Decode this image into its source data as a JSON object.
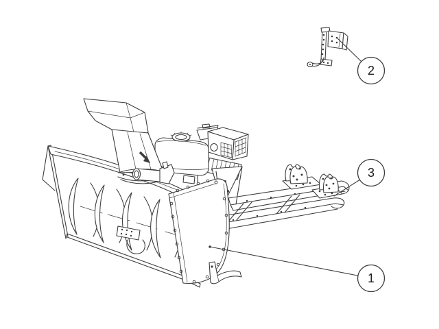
{
  "diagram": {
    "type": "exploded-parts-line-drawing",
    "description": "snow-blower attachment with auger housing, engine, mounting frame and chute bracket",
    "background_color": "#ffffff",
    "line_color": "#3d3d3d",
    "text_color": "#1a1a1a"
  },
  "callouts": [
    {
      "label": "1",
      "target": "auger-housing-side-panel"
    },
    {
      "label": "2",
      "target": "chute-crank-bracket"
    },
    {
      "label": "3",
      "target": "mounting-frame"
    }
  ]
}
